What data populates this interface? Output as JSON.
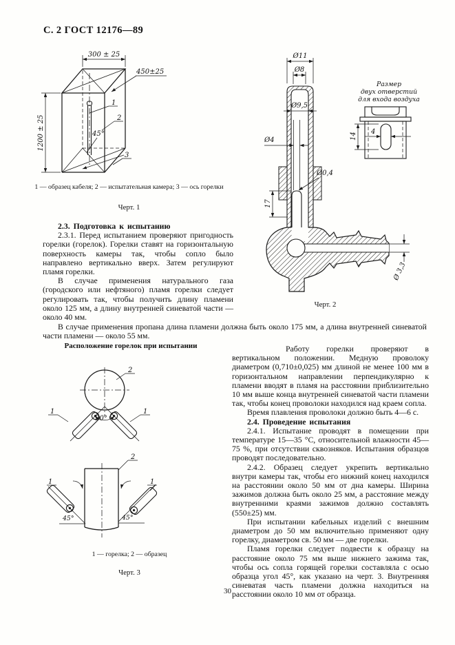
{
  "header": "С. 2 ГОСТ 12176—89",
  "page_number": "30",
  "section_2_3": {
    "heading": "2.3. Подготовка к испытанию",
    "para_1": "2.3.1. Перед испытанием проверяют пригодность горелки (горелок). Горелки ставят на горизонтальную поверхность камеры так, чтобы сопло было направлено вертикально вверх. Затем регулируют пламя горелки.",
    "para_2": "В случае применения натурального газа (городского или нефтяного) пламя горелки следует регулировать так, чтобы получить длину пламени около 125 мм, а длину внутренней синеватой части — около 40 мм.",
    "para_propane": "В случае применения пропана длина пламени должна быть около 175 мм, а длина внутренней синеватой части пламени — около 55 мм."
  },
  "section_2_4": {
    "para_burner_check": "Работу горелки проверяют в вертикальном положении. Медную проволоку диаметром (0,710±0,025) мм длиной не менее 100 мм в горизонтальном направлении перпендикулярно к пламени вводят в пламя на расстоянии приблизительно 10 мм выше конца внутренней синеватой части пламени так, чтобы конец проволоки находился над краем сопла.",
    "para_melt_time": "Время плавления проволоки должно быть 4—6 с.",
    "heading": "2.4. Проведение испытания",
    "para_2_4_1": "2.4.1. Испытание проводят в помещении при температуре 15—35 °С, относительной влажности 45—75 %, при отсутствии сквозняков. Испытания образцов проводят последовательно.",
    "para_2_4_2": "2.4.2. Образец следует укрепить вертикально внутри камеры так, чтобы его нижний конец находился на расстоянии около 50 мм от дна камеры. Ширина зажимов должна быть около 25 мм, а расстояние между внутренними краями зажимов должно составлять (550±25) мм.",
    "para_two_burners": "При испытании кабельных изделий с внешним диаметром до 50 мм включительно применяют одну горелку, диаметром св. 50 мм — две горелки.",
    "para_flame": "Пламя горелки следует подвести к образцу на расстояние около 75 мм выше нижнего зажима так, чтобы ось сопла горящей горелки составляла с осью образца угол 45°, как указано на черт. 3. Внутренняя синеватая часть пламени должна находиться на расстоянии около 10 мм от образца."
  },
  "fig1": {
    "dim_width": "300 ± 25",
    "dim_depth": "450±25",
    "dim_height": "1200 ± 25",
    "angle": "45°",
    "label_1": "1",
    "label_2": "2",
    "label_3": "3",
    "caption": "1 — образец кабеля; 2 — испытательная камера; 3 — ось горелки",
    "title": "Черт. 1"
  },
  "fig2": {
    "dim_d11": "Ø11",
    "dim_d8": "Ø8",
    "dim_d95": "Ø9,5",
    "dim_d4": "Ø4",
    "dim_d04": "Ø0,4",
    "dim_17": "17",
    "dim_d33": "Ø 3,3",
    "inset_line1": "Размер",
    "inset_line2": "двух отверстий",
    "inset_line3": "для входа воздуха",
    "hole_height": "14",
    "hole_width": "4",
    "title": "Черт. 2"
  },
  "fig3": {
    "heading": "Расположение горелок при испытании",
    "angle_90": "90°",
    "angle_45": "45°",
    "label_1": "1",
    "label_2": "2",
    "caption": "1 — горелка; 2 — образец",
    "title": "Черт. 3"
  }
}
